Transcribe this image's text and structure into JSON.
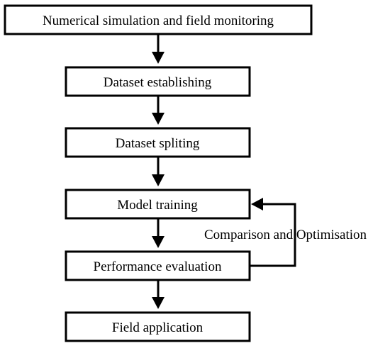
{
  "steps": [
    {
      "label": "Numerical simulation and field monitoring"
    },
    {
      "label": "Dataset establishing"
    },
    {
      "label": "Dataset spliting"
    },
    {
      "label": "Model training"
    },
    {
      "label": "Performance evaluation"
    },
    {
      "label": "Field application"
    }
  ],
  "feedback": {
    "label": "Comparison and Optimisation",
    "from_step": "Performance evaluation",
    "to_step": "Model training"
  },
  "colors": {
    "stroke": "#000000",
    "fill": "#ffffff",
    "text": "#000000"
  }
}
